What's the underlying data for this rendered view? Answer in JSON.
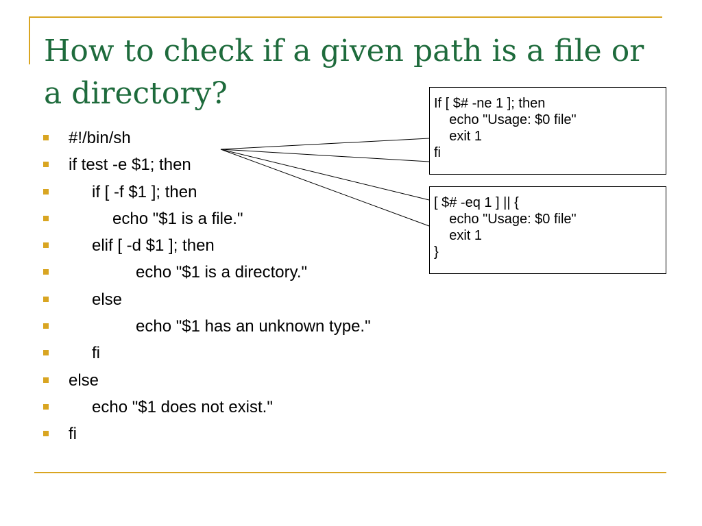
{
  "slide": {
    "title": "How to check if a given path is a file or a directory?",
    "accent_color": "#D9A521",
    "title_color": "#1E6B3C"
  },
  "script_lines": [
    {
      "text": "#!/bin/sh",
      "indent": 0
    },
    {
      "text": "if test -e $1; then",
      "indent": 0
    },
    {
      "text": "if [ -f $1 ]; then",
      "indent": 1
    },
    {
      "text": "echo \"$1 is a file.\"",
      "indent": 2
    },
    {
      "text": "elif [ -d $1 ]; then",
      "indent": 1
    },
    {
      "text": "echo \"$1 is a directory.\"",
      "indent": 3
    },
    {
      "text": "else",
      "indent": 1
    },
    {
      "text": "echo \"$1 has an unknown type.\"",
      "indent": 3
    },
    {
      "text": "fi",
      "indent": 1
    },
    {
      "text": "else",
      "indent": 0
    },
    {
      "text": "echo \"$1 does not exist.\"",
      "indent": 1
    },
    {
      "text": "fi",
      "indent": 0
    }
  ],
  "callout_1": {
    "lines": [
      "If [ $# -ne 1 ]; then",
      "    echo \"Usage: $0 file\"",
      "    exit 1",
      "fi"
    ]
  },
  "callout_2": {
    "lines": [
      "[ $# -eq 1 ] || {",
      "    echo \"Usage: $0 file\"",
      "    exit 1",
      "}"
    ]
  }
}
